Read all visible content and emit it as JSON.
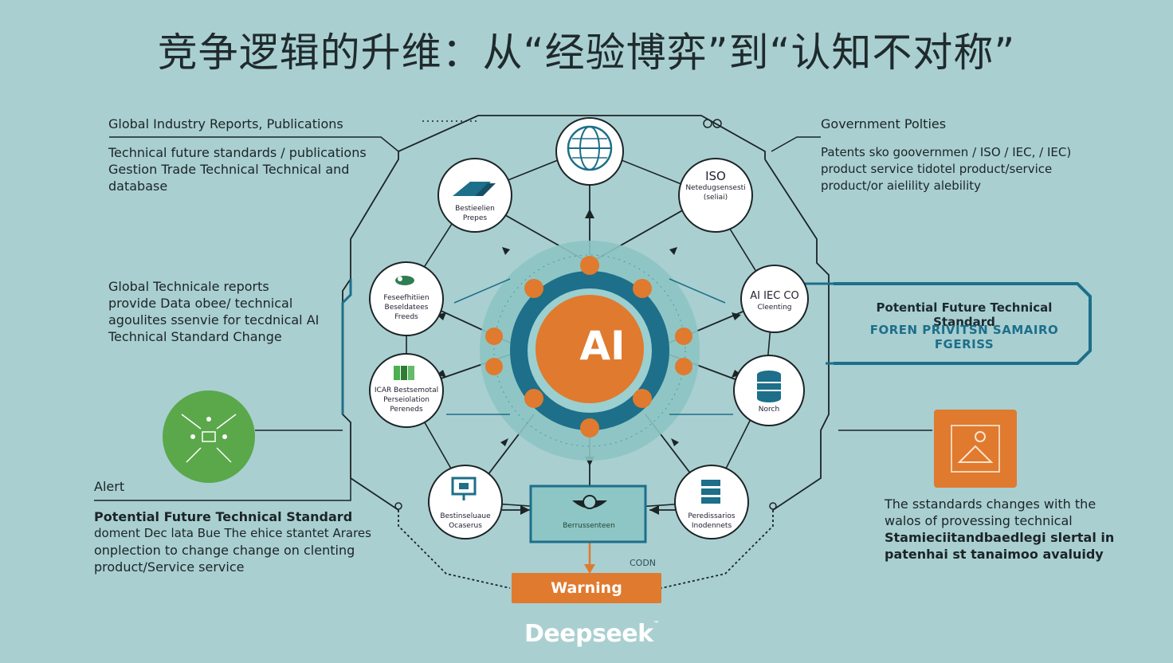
{
  "title": "竞争逻辑的升维：从“经验博弈”到“认知不对称”",
  "left_blocks": {
    "reports": {
      "heading": "Global Industry Reports, Publications",
      "lines": [
        "Technical future standards / publications",
        "Gestion Trade Technical Technical and",
        "database"
      ]
    },
    "global": {
      "lines": [
        "Global Technicale reports",
        "provide Data obee/ technical",
        "agoulites ssenvie for tecdnical AI",
        "Technical Standard Change"
      ]
    },
    "alert": {
      "heading": "Alert",
      "lines": [
        "Potential Future Technical Standard",
        "doment Dec lata Bue The ehice stantet Arares",
        "onplection to change change on clenting",
        "product/Service service"
      ]
    }
  },
  "right_blocks": {
    "gov": {
      "heading": "Government Polties",
      "lines": [
        "Patents sko goovernmen / ISO / IEC, / IEC)",
        "product service tidotel product/service",
        "product/or aielility alebility"
      ]
    },
    "standard_box": {
      "title": "Potential Future Technical Standard",
      "subtitle": "FOREN PRIVITSN SAMAIRO FGERISS"
    },
    "changes": {
      "lines": [
        "The sstandards changes with the",
        "walos of provessing technical",
        "Stamieciitandbaedlegi slertal in",
        "patenhai st tanaimoo avaluidy"
      ]
    }
  },
  "center": {
    "ai_label": "AI",
    "monitor_label": "Berrussenteen",
    "warning_label": "Warning",
    "codn_label": "CODN",
    "brand": "Deepseek"
  },
  "nodes": {
    "n1": [
      "Bestieelien",
      "Prepes"
    ],
    "n2": [
      "Feseefhitiien",
      "Beseldatees",
      "Freeds"
    ],
    "n3": [
      "ICAR Bestsemotal",
      "Perseiolation",
      "Pereneds"
    ],
    "n4": [
      "Bestinseluaue",
      "Ocaserus"
    ],
    "n5": [
      "ISO",
      "Netedugsensesti",
      "(seliai)"
    ],
    "n6": [
      "AI IEC CO",
      "Cleenting"
    ],
    "n7": [
      "Norch"
    ],
    "n8": [
      "Peredissarios",
      "Inodennets"
    ]
  },
  "colors": {
    "background": "#a9cfd1",
    "accent_orange": "#e07a2e",
    "accent_teal": "#1d6f8a",
    "alert_green": "#5aa84a",
    "line_dark": "#1c2426"
  }
}
